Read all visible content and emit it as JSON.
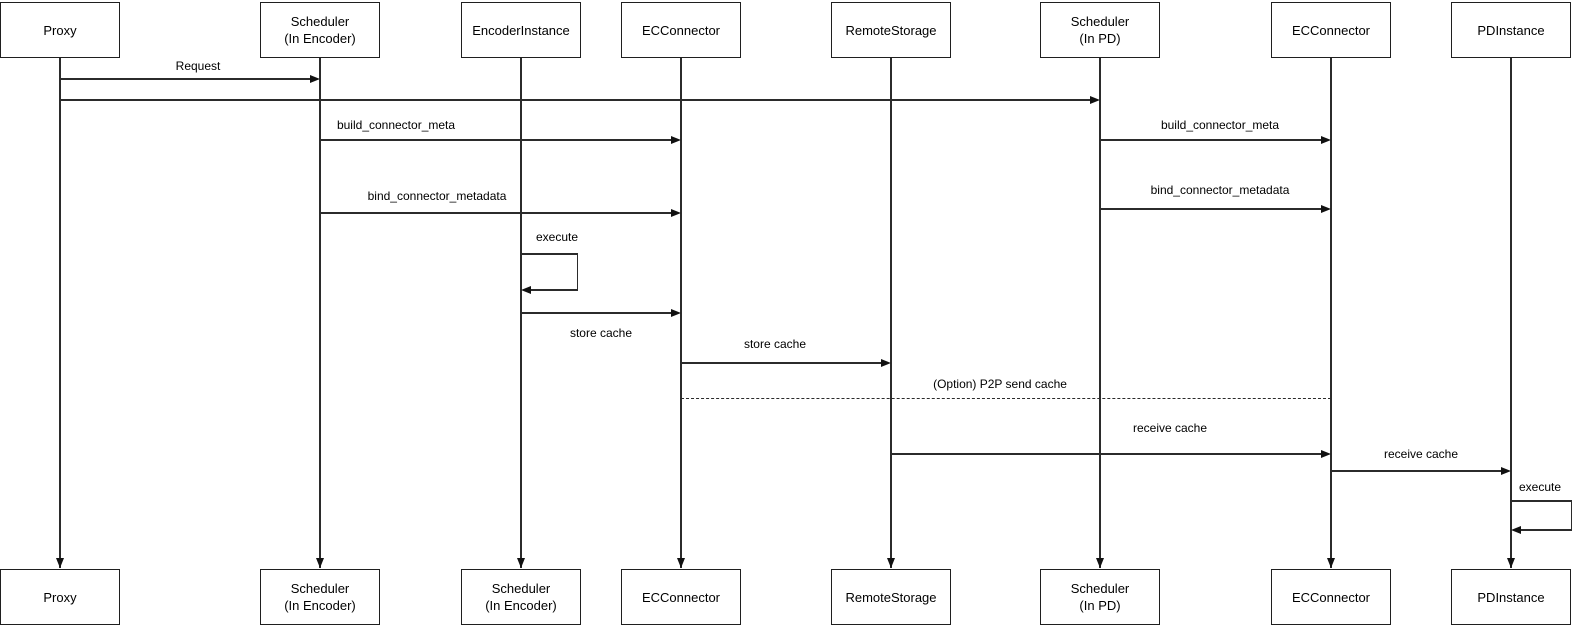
{
  "diagram_type": "sequence-diagram",
  "colors": {
    "background": "#ffffff",
    "line": "#2b2b2b",
    "text": "#000000"
  },
  "actors_top": [
    {
      "line1": "Proxy",
      "line2": ""
    },
    {
      "line1": "Scheduler",
      "line2": "(In Encoder)"
    },
    {
      "line1": "EncoderInstance",
      "line2": ""
    },
    {
      "line1": "ECConnector",
      "line2": ""
    },
    {
      "line1": "RemoteStorage",
      "line2": ""
    },
    {
      "line1": "Scheduler",
      "line2": "(In PD)"
    },
    {
      "line1": "ECConnector",
      "line2": ""
    },
    {
      "line1": "PDInstance",
      "line2": ""
    }
  ],
  "actors_bottom": [
    {
      "line1": "Proxy",
      "line2": ""
    },
    {
      "line1": "Scheduler",
      "line2": "(In Encoder)"
    },
    {
      "line1": "Scheduler",
      "line2": "(In Encoder)"
    },
    {
      "line1": "ECConnector",
      "line2": ""
    },
    {
      "line1": "RemoteStorage",
      "line2": ""
    },
    {
      "line1": "Scheduler",
      "line2": "(In PD)"
    },
    {
      "line1": "ECConnector",
      "line2": ""
    },
    {
      "line1": "PDInstance",
      "line2": ""
    }
  ],
  "messages": [
    {
      "label": "Request",
      "from": "Proxy",
      "to": "Scheduler (In Encoder)",
      "line": "solid-arrow"
    },
    {
      "label": "",
      "from": "Proxy",
      "to": "Scheduler (In PD)",
      "line": "solid-arrow"
    },
    {
      "label": "build_connector_meta",
      "from": "Scheduler (In Encoder)",
      "to": "ECConnector",
      "line": "solid-arrow"
    },
    {
      "label": "build_connector_meta",
      "from": "Scheduler (In PD)",
      "to": "ECConnector",
      "line": "solid-arrow"
    },
    {
      "label": "bind_connector_metadata",
      "from": "Scheduler (In Encoder)",
      "to": "ECConnector",
      "line": "solid-arrow"
    },
    {
      "label": "bind_connector_metadata",
      "from": "Scheduler (In PD)",
      "to": "ECConnector",
      "line": "solid-arrow"
    },
    {
      "label": "execute",
      "from": "EncoderInstance",
      "to": "EncoderInstance",
      "line": "self-loop"
    },
    {
      "label": "store cache",
      "from": "EncoderInstance",
      "to": "ECConnector",
      "line": "solid-arrow"
    },
    {
      "label": "store cache",
      "from": "ECConnector",
      "to": "RemoteStorage",
      "line": "solid-arrow"
    },
    {
      "label": "(Option) P2P send cache",
      "from": "ECConnector",
      "to": "ECConnector",
      "line": "dashed"
    },
    {
      "label": "receive cache",
      "from": "RemoteStorage",
      "to": "ECConnector",
      "line": "solid-arrow"
    },
    {
      "label": "receive cache",
      "from": "ECConnector",
      "to": "PDInstance",
      "line": "solid-arrow"
    },
    {
      "label": "execute",
      "from": "PDInstance",
      "to": "PDInstance",
      "line": "self-loop"
    }
  ]
}
